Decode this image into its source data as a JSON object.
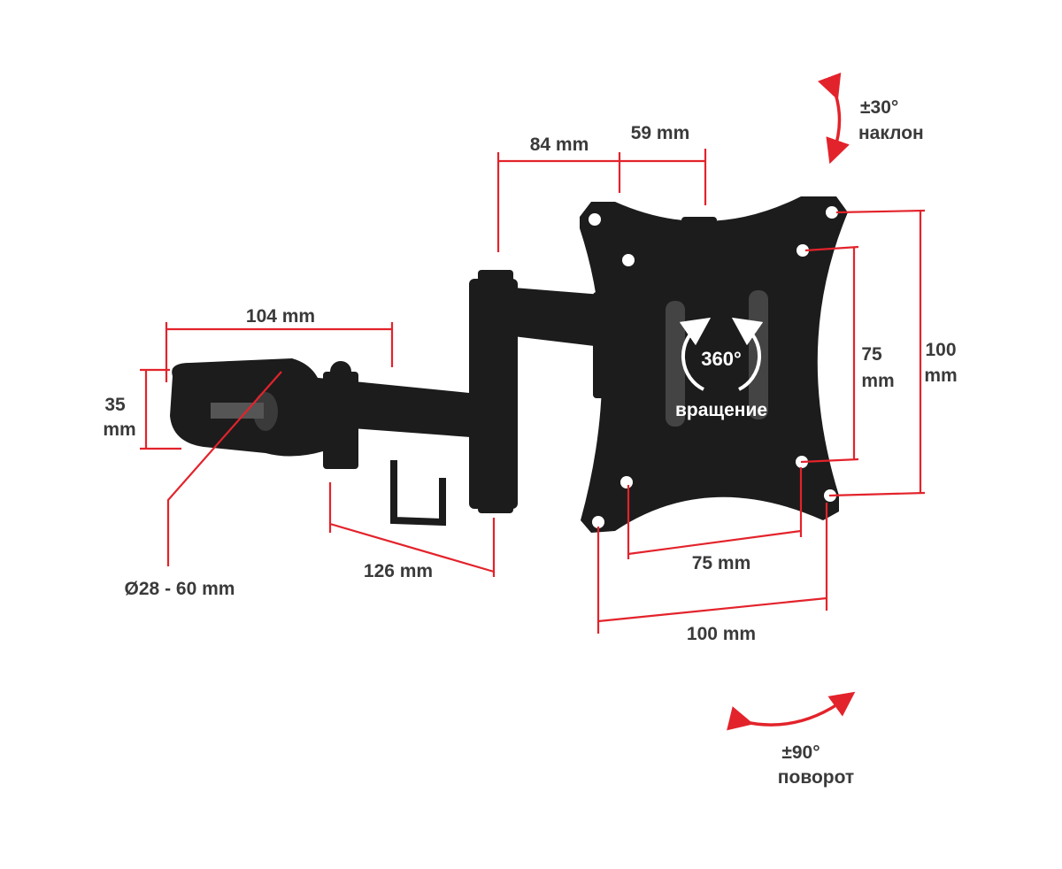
{
  "colors": {
    "dimension": "#e3232b",
    "product": "#1c1c1c",
    "text": "#3a3a3a"
  },
  "dimensions": {
    "arm_offset": "84 mm",
    "plate_offset": "59 mm",
    "clamp_depth": "104 mm",
    "clamp_height_value": "35",
    "clamp_height_unit": "mm",
    "pipe_diameter": "Ø28 - 60 mm",
    "arm_length": "126 mm",
    "vesa_75_horizontal": "75 mm",
    "vesa_100_horizontal": "100 mm",
    "vesa_75_vertical_value": "75",
    "vesa_75_vertical_unit": "mm",
    "vesa_100_vertical_value": "100",
    "vesa_100_vertical_unit": "mm"
  },
  "motion": {
    "tilt_value": "±30°",
    "tilt_label": "наклон",
    "rotation_value": "360°",
    "rotation_label": "вращение",
    "swivel_value": "±90°",
    "swivel_label": "поворот"
  }
}
